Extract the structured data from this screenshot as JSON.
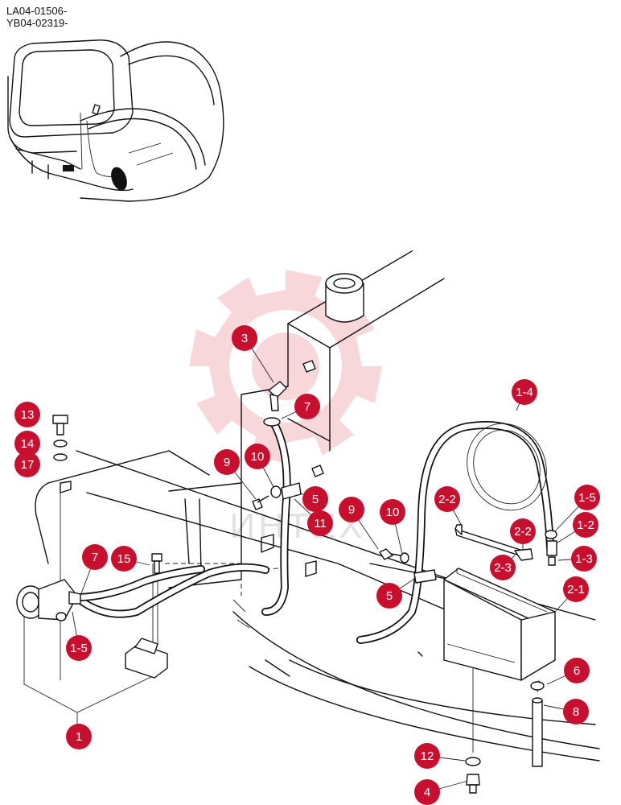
{
  "header": {
    "code_1": "LA04-01506-",
    "code_2": "YB04-02319-"
  },
  "colors": {
    "badge_fill": "#c8102e",
    "badge_text": "#ffffff",
    "watermark": "#f4b8bc",
    "line": "#111111"
  },
  "watermark_text": "ИНТЕХ",
  "callouts": [
    {
      "label": "3"
    },
    {
      "label": "7"
    },
    {
      "label": "10"
    },
    {
      "label": "9"
    },
    {
      "label": "5"
    },
    {
      "label": "11"
    },
    {
      "label": "9"
    },
    {
      "label": "10"
    },
    {
      "label": "5"
    },
    {
      "label": "1-4"
    },
    {
      "label": "2-2"
    },
    {
      "label": "2-2"
    },
    {
      "label": "2-3"
    },
    {
      "label": "1-5"
    },
    {
      "label": "1-2"
    },
    {
      "label": "1-3"
    },
    {
      "label": "2-1"
    },
    {
      "label": "13"
    },
    {
      "label": "14"
    },
    {
      "label": "17"
    },
    {
      "label": "7"
    },
    {
      "label": "15"
    },
    {
      "label": "1-5"
    },
    {
      "label": "1"
    },
    {
      "label": "6"
    },
    {
      "label": "8"
    },
    {
      "label": "12"
    },
    {
      "label": "4"
    }
  ]
}
